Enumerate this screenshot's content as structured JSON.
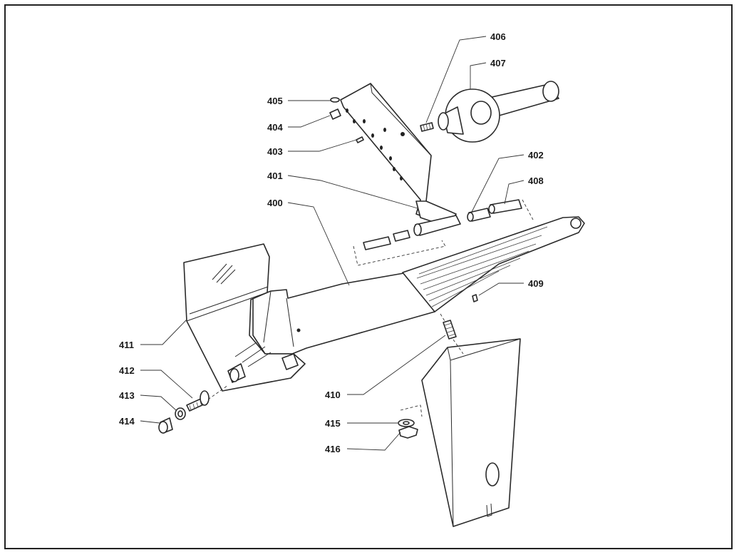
{
  "colors": {
    "line": "#2a2a2a",
    "background": "#ffffff",
    "frame": "#222222"
  },
  "callouts": [
    {
      "id": "c405",
      "label": "405"
    },
    {
      "id": "c404",
      "label": "404"
    },
    {
      "id": "c403",
      "label": "403"
    },
    {
      "id": "c401",
      "label": "401"
    },
    {
      "id": "c400",
      "label": "400"
    },
    {
      "id": "c406",
      "label": "406"
    },
    {
      "id": "c407",
      "label": "407"
    },
    {
      "id": "c402",
      "label": "402"
    },
    {
      "id": "c408",
      "label": "408"
    },
    {
      "id": "c409",
      "label": "409"
    },
    {
      "id": "c410",
      "label": "410"
    },
    {
      "id": "c411",
      "label": "411"
    },
    {
      "id": "c412",
      "label": "412"
    },
    {
      "id": "c413",
      "label": "413"
    },
    {
      "id": "c414",
      "label": "414"
    },
    {
      "id": "c415",
      "label": "415"
    },
    {
      "id": "c416",
      "label": "416"
    }
  ]
}
